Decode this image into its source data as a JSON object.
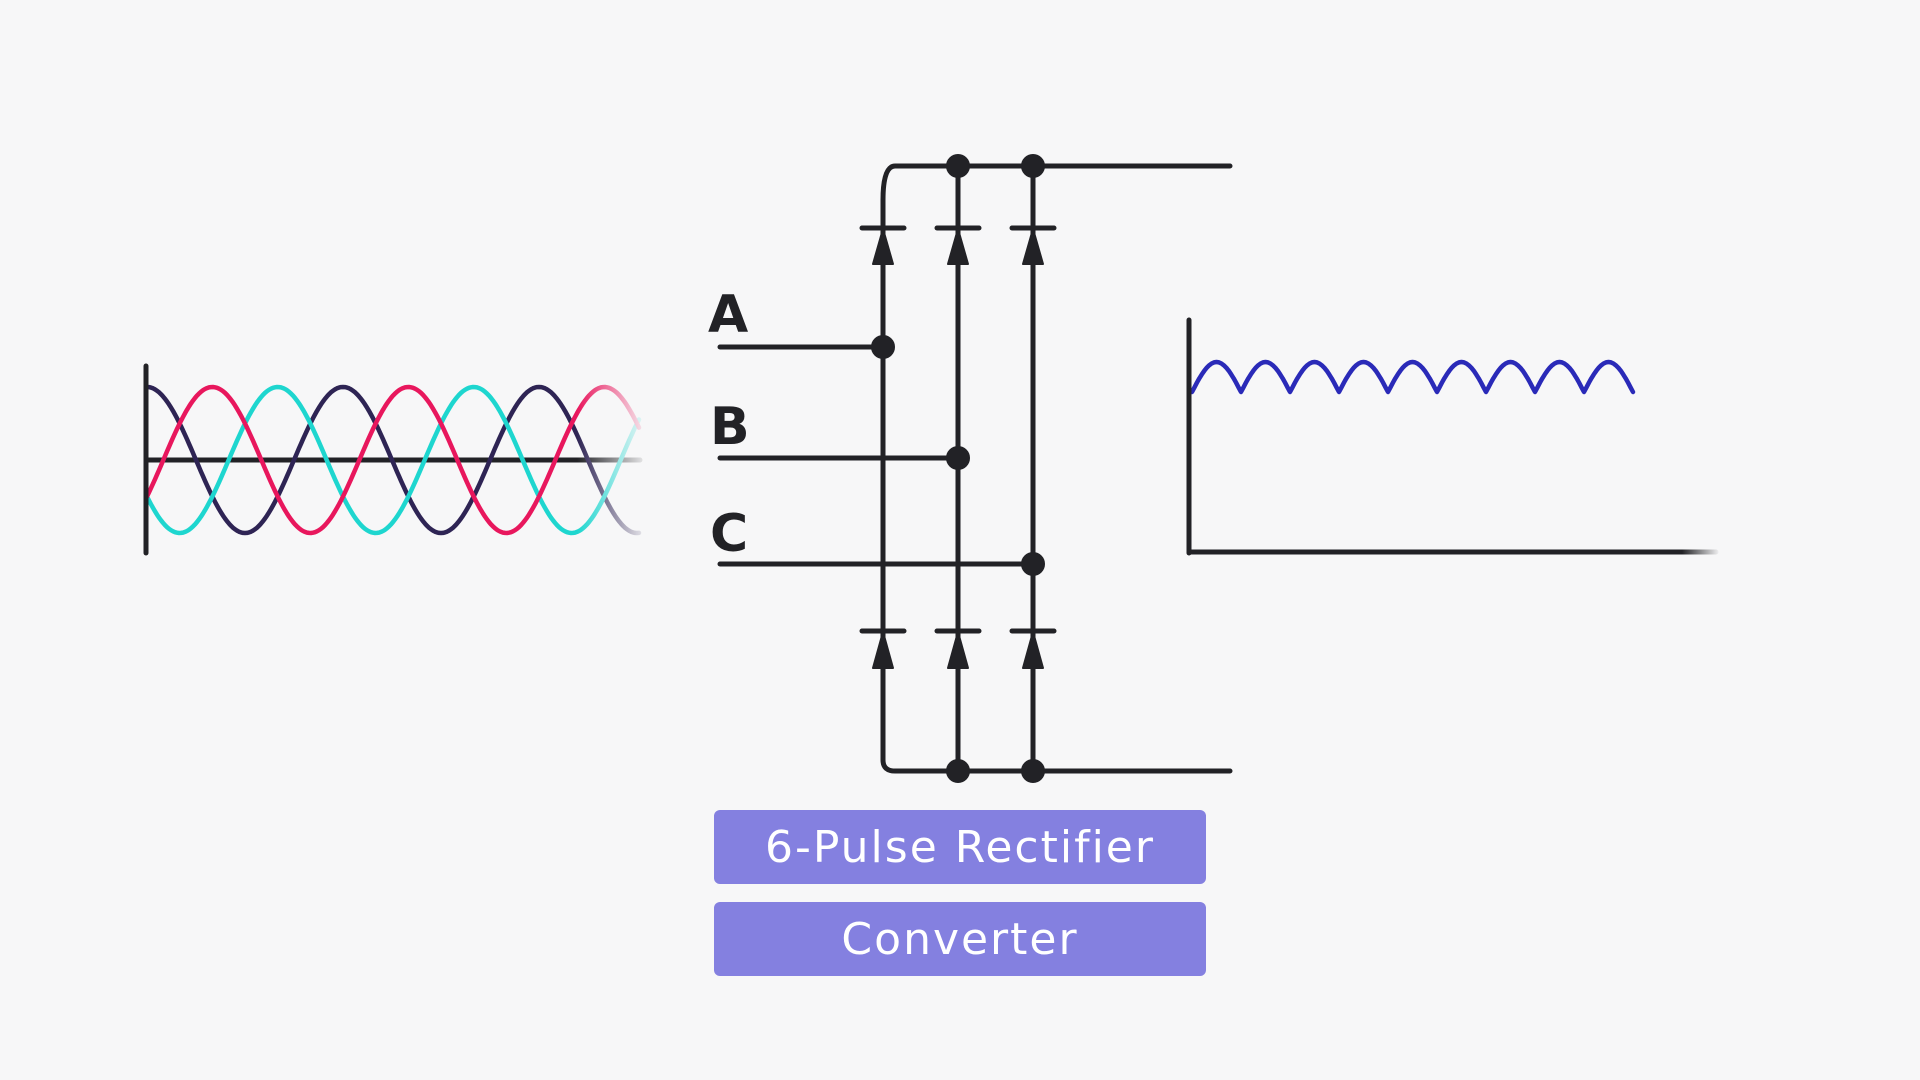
{
  "labels": {
    "phase_a": "A",
    "phase_b": "B",
    "phase_c": "C"
  },
  "captions": {
    "primary": "6-Pulse Rectifier",
    "secondary": "Converter"
  },
  "colors": {
    "background": "#f7f7f8",
    "wire": "#222226",
    "phase_navy": "#2e2454",
    "phase_cyan": "#1ed6cf",
    "phase_red": "#e8175d",
    "output_wave": "#2a2ab8",
    "caption_fill": "#8480e0"
  }
}
